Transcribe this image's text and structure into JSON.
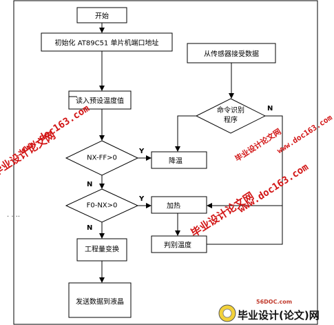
{
  "nodes": {
    "start": "开始",
    "init": "初始化 AT89C51 单片机端口地址",
    "receive": "从传感器接受数据",
    "read_preset": "读入预设温度值",
    "command_identify": "命令识别\n程序",
    "decision_nx_ff": "NX-FF>0",
    "cool": "降温",
    "decision_f0_nx": "F0-NX>0",
    "heat": "加热",
    "judge_temp": "判别温度",
    "engineering_convert": "工程量变换",
    "send_lcd": "发送数据到液晶"
  },
  "edge_labels": {
    "y1": "Y",
    "n1": "N",
    "y2": "Y",
    "n2": "N",
    "n_cmd": "N"
  },
  "stray_text": ". . ..",
  "watermarks": {
    "red_text_1": "毕业设计论文网",
    "red_url_1": "www.doc163.com",
    "red_text_2": "毕业设计论文网",
    "red_url_2": "www.doc163.com",
    "red_text_3": "毕业设计论文网",
    "red_url_3": "www.doc163.com",
    "logo_domain": "56DOC.com",
    "logo_text": "毕业设计(论文)网"
  },
  "colors": {
    "line": "#000000",
    "watermark": "#d21414",
    "logo": "#111111"
  }
}
